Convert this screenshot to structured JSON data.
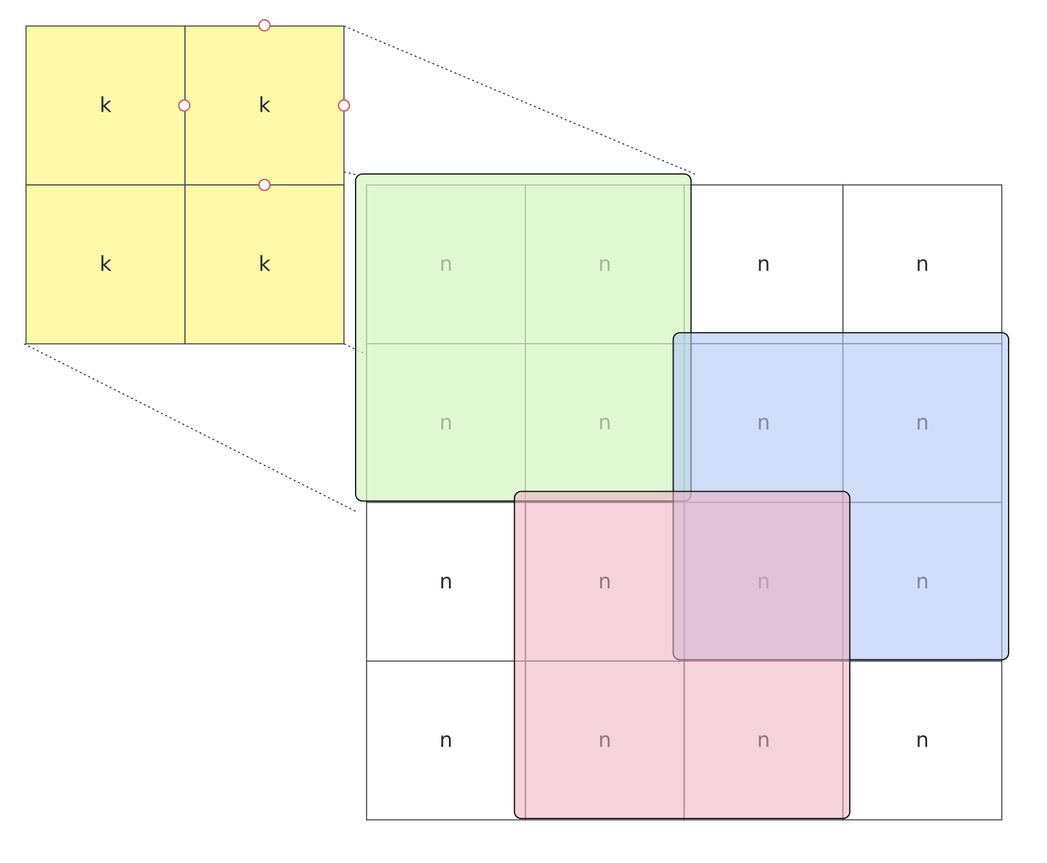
{
  "kernel": {
    "cells": [
      [
        "k",
        "k"
      ],
      [
        "k",
        "k"
      ]
    ],
    "fill": "#fef9a8"
  },
  "input_grid": {
    "cells": [
      [
        "n",
        "n",
        "n",
        "n"
      ],
      [
        "n",
        "n",
        "n",
        "n"
      ],
      [
        "n",
        "n",
        "n",
        "n"
      ],
      [
        "n",
        "n",
        "n",
        "n"
      ]
    ]
  },
  "windows": [
    {
      "name": "green-window",
      "rows": [
        0,
        1
      ],
      "cols": [
        0,
        1
      ],
      "fill": "#d2f5bf",
      "opacity": 0.7
    },
    {
      "name": "blue-window",
      "rows": [
        1,
        2
      ],
      "cols": [
        2,
        3
      ],
      "fill": "#b0c6f5",
      "opacity": 0.6
    },
    {
      "name": "pink-window",
      "rows": [
        2,
        3
      ],
      "cols": [
        1,
        2
      ],
      "fill": "#ecadc0",
      "opacity": 0.55
    }
  ],
  "colors": {
    "line": "#4a4a4f",
    "handle": "#cf5a5a",
    "leader": "#222222"
  }
}
